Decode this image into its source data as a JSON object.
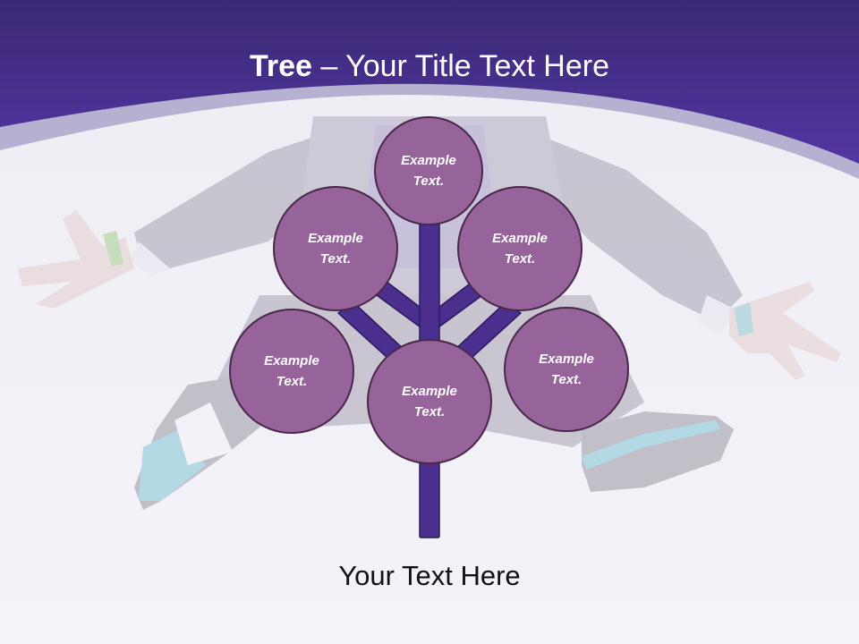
{
  "slide": {
    "title_bold": "Tree",
    "title_dash": " – ",
    "title_rest": "Your Title Text Here",
    "caption": "Your Text Here"
  },
  "tree": {
    "nodes": [
      {
        "position": "top",
        "label": "Example Text."
      },
      {
        "position": "upper-left",
        "label": "Example Text."
      },
      {
        "position": "upper-right",
        "label": "Example Text."
      },
      {
        "position": "lower-left",
        "label": "Example Text."
      },
      {
        "position": "center",
        "label": "Example Text."
      },
      {
        "position": "lower-right",
        "label": "Example Text."
      }
    ]
  },
  "colors": {
    "banner_top": "#3d2976",
    "banner_bottom": "#5135a1",
    "band": "#b6b1d1",
    "node_fill": "#97639b",
    "node_border": "#4a2849",
    "branch": "#4a2f8e",
    "branch_border": "#2c1a5e",
    "background": "#f2f1f7"
  }
}
